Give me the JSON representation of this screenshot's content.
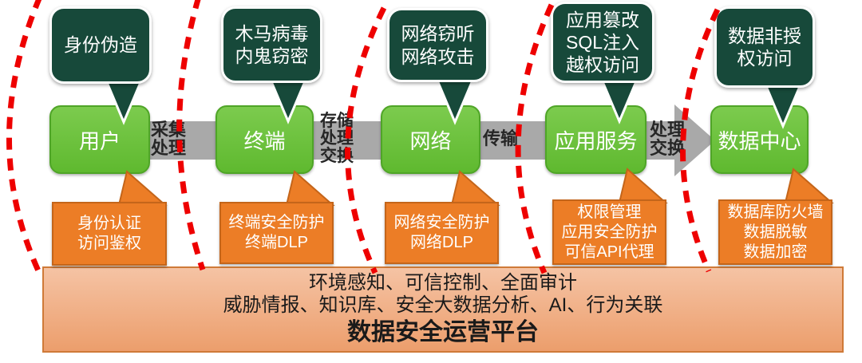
{
  "columns": [
    {
      "id": "user",
      "threat_lines": [
        "身份伪造"
      ],
      "node_label": "用户",
      "protection_lines": [
        "身份认证",
        "访问鉴权"
      ]
    },
    {
      "id": "terminal",
      "threat_lines": [
        "木马病毒",
        "内鬼窃密"
      ],
      "node_label": "终端",
      "protection_lines": [
        "终端安全防护",
        "终端DLP"
      ]
    },
    {
      "id": "network",
      "threat_lines": [
        "网络窃听",
        "网络攻击"
      ],
      "node_label": "网络",
      "protection_lines": [
        "网络安全防护",
        "网络DLP"
      ]
    },
    {
      "id": "app-service",
      "threat_lines": [
        "应用篡改",
        "SQL注入",
        "越权访问"
      ],
      "node_label": "应用服务",
      "protection_lines": [
        "权限管理",
        "应用安全防护",
        "可信API代理"
      ]
    },
    {
      "id": "data-center",
      "threat_lines": [
        "数据非授",
        "权访问"
      ],
      "node_label": "数据中心",
      "protection_lines": [
        "数据库防火墙",
        "数据脱敏",
        "数据加密"
      ]
    }
  ],
  "flow_labels": [
    {
      "lines": [
        "采集",
        "处理"
      ]
    },
    {
      "lines": [
        "存储",
        "处理",
        "交换"
      ]
    },
    {
      "lines": [
        "传输"
      ]
    },
    {
      "lines": [
        "处理",
        "交换"
      ]
    }
  ],
  "platform": {
    "capability_line1": "环境感知、可信控制、全面审计",
    "capability_line2": "威胁情报、知识库、安全大数据分析、AI、行为关联",
    "title": "数据安全运营平台"
  },
  "colors": {
    "threat_bubble": "#17493A",
    "stage_node_green": "#63BE38",
    "protection_orange": "#EC7D26",
    "flow_band_gray": "#A9A9A9",
    "boundary_dash_red": "#EE0000",
    "platform_fill": "#F0AE84",
    "platform_border": "#CF7A38"
  }
}
